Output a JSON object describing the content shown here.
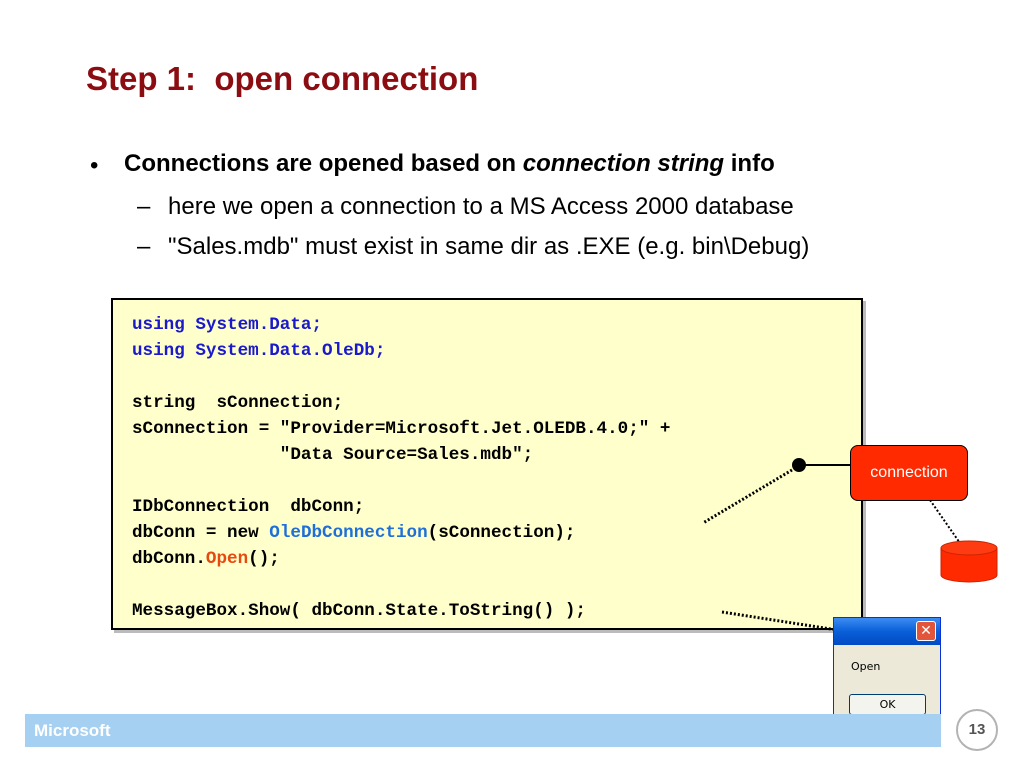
{
  "slide": {
    "title": "Step 1:  open connection",
    "bullet": {
      "marker": "•",
      "pre": "Connections are opened based on ",
      "em": "connection string",
      "post": " info"
    },
    "subbullets": [
      {
        "marker": "–",
        "text": "here we open a connection to a MS Access 2000 database"
      },
      {
        "marker": "–",
        "text": "\"Sales.mdb\" must exist in same dir as .EXE (e.g. bin\\Debug)"
      }
    ]
  },
  "code": {
    "line1": "using System.Data;",
    "line2": "using System.Data.OleDb;",
    "line4": "string  sConnection;",
    "line5": "sConnection = \"Provider=Microsoft.Jet.OLEDB.4.0;\" +",
    "line6": "              \"Data Source=Sales.mdb\";",
    "line8": "IDbConnection  dbConn;",
    "line9_pre": "dbConn = new ",
    "line9_cls": "OleDbConnection",
    "line9_post": "(sConnection);",
    "line10_pre": "dbConn.",
    "line10_method": "Open",
    "line10_post": "();",
    "line12": "MessageBox.Show( dbConn.State.ToString() );"
  },
  "callout": {
    "label": "connection",
    "color": "#ff2a00"
  },
  "dialog": {
    "close_glyph": "✕",
    "message": "Open",
    "ok_label": "OK"
  },
  "footer": {
    "brand": "Microsoft",
    "page_number": "13"
  },
  "colors": {
    "title": "#8b0d12",
    "code_background": "#ffffcc",
    "keyword_blue": "#1a1acc",
    "class_blue": "#1e6fd9",
    "method_orange": "#e64a10",
    "footer_bar": "#a6d0f2"
  }
}
